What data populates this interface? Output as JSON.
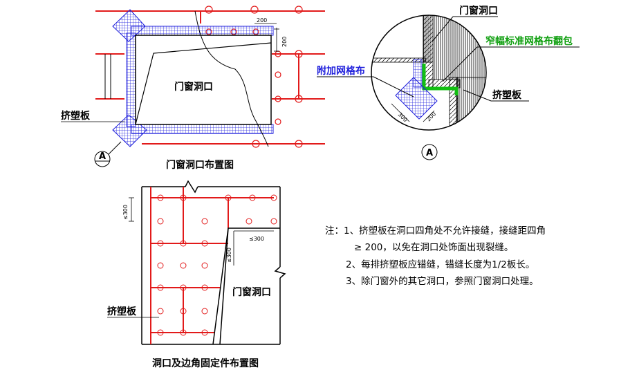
{
  "diagram_1": {
    "title": "门窗洞口布置图",
    "opening_label": "门窗洞口",
    "board_label": "挤塑板",
    "dim_width": "200",
    "dim_height": "200",
    "detail_mark": "A"
  },
  "detail_a": {
    "opening_label": "门窗洞口",
    "standard_mesh_label": "窄幅标准网格布翻包",
    "extra_mesh_label": "附加网格布",
    "board_label": "挤塑板",
    "dim_300": "300",
    "dim_200": "200",
    "detail_mark": "A"
  },
  "diagram_2": {
    "title": "洞口及边角固定件布置图",
    "opening_label": "门窗洞口",
    "board_label": "挤塑板",
    "dim_left": "≤300",
    "dim_horiz": "≤300",
    "dim_vert": "≤300"
  },
  "notes": {
    "line1": "注：1、挤塑板在洞口四角处不允许接缝，接缝距四角",
    "line2": "≥ 200，以免在洞口处饰面出现裂缝。",
    "line3": "2、每排挤塑板应错缝，错缝长度为1/2板长。",
    "line4": "3、除门窗外的其它洞口，参照门窗洞口处理。"
  },
  "colors": {
    "red": "#e21a1a",
    "mesh_blue": "#1f1fdc",
    "mesh_green": "#12c012",
    "black": "#000000"
  }
}
